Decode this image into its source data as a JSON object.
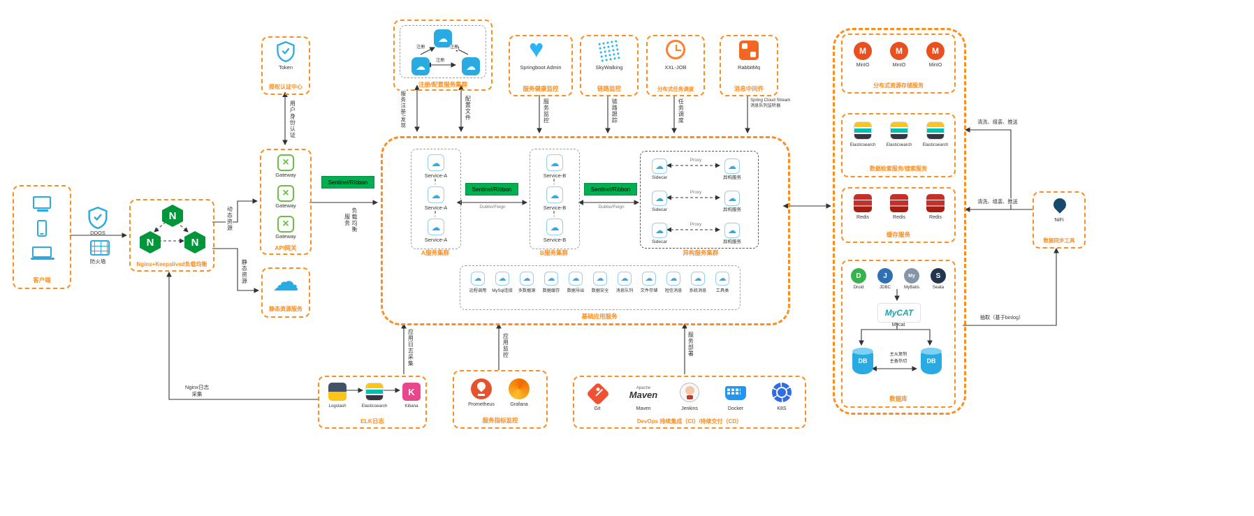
{
  "colors": {
    "accent_orange": "#FF8D1E",
    "sentinel_green": "#00B050",
    "nginx_green": "#009639",
    "icon_blue": "#29ABE2"
  },
  "client": {
    "label": "客户端"
  },
  "security": {
    "ddos": "DDOS",
    "firewall": "防火墙"
  },
  "nginx": {
    "label": "Nginx+Keepalived负载均衡"
  },
  "auth": {
    "token": "Token",
    "label": "授权认证中心"
  },
  "api_gateway": {
    "item": "Gateway",
    "label": "API网关"
  },
  "static_res": {
    "label": "静态资源服务"
  },
  "registry": {
    "label": "注册/配置服务集群",
    "edge": "注册"
  },
  "monitors": [
    {
      "name": "Springboot Admin",
      "label": "服务健康监控",
      "edge": "服务监控"
    },
    {
      "name": "SkyWalking",
      "label": "链路监控",
      "edge": "链路跟踪"
    },
    {
      "name": "XXL-JOB",
      "label": "分布式任务调度",
      "edge": "任务调度"
    },
    {
      "name": "RabbitMq",
      "label": "消息中间件",
      "edge_line1": "Spring Cloud Stream",
      "edge_line2": "消息队列监听器"
    }
  ],
  "cluster": {
    "sentinel": "Sentinel/Ribbon",
    "dubbo": "Dubbo/Feign",
    "group_a": {
      "label": "A服务集群",
      "service": "Service-A"
    },
    "group_b": {
      "label": "B服务集群",
      "service": "Service-B"
    },
    "hetero": {
      "label": "异构服务集群",
      "sidecar": "Sidecar",
      "proxy": "Proxy",
      "service": "异构服务"
    },
    "base": {
      "label": "基础应用服务",
      "items": [
        "远程调用",
        "MySql连接",
        "多数据源",
        "数据缓存",
        "数据导出",
        "数据安全",
        "消息队列",
        "文件存储",
        "短信消息",
        "系统消息",
        "工具类"
      ]
    }
  },
  "edges": {
    "dynamic": "动态资源",
    "static": "静态资源",
    "auth": "用户身份认证",
    "lb": "负载均衡服务",
    "reg": "服务注册/发现",
    "config": "配置文件",
    "log_collect": "应用日志采集",
    "nginx_log": "Nginx日志采集",
    "app_monitor": "应用监控",
    "deploy": "服务部署",
    "etl": "清洗、组装、推送",
    "extract": "抽取（基于binlog）"
  },
  "storage": {
    "minio": {
      "label": "分布式资源存储服务",
      "item": "MinIO"
    },
    "search": {
      "label": "数据检索服务/搜索服务",
      "item": "Elasticsearch"
    },
    "cache": {
      "label": "缓存服务",
      "item": "Redis"
    },
    "db": {
      "label": "数据库",
      "items": [
        "Druid",
        "JDBC",
        "MyBatis",
        "Seata"
      ],
      "mycat_logo": "MyCAT",
      "mycat": "Mycat",
      "cylinder": "DB",
      "replica1": "主从复制",
      "replica2": "主备热切"
    }
  },
  "nifi": {
    "name": "NiFi",
    "label": "数据同步工具"
  },
  "elk": {
    "label": "ELK日志",
    "items": [
      "Logstash",
      "Elasticsearch",
      "Kibana"
    ]
  },
  "metrics": {
    "label": "服务指标监控",
    "items": [
      "Prometheus",
      "Grafana"
    ]
  },
  "devops": {
    "label": "DevOps 持续集成（CI）/持续交付（CD）",
    "items": [
      "Git",
      "Maven",
      "Jenkins",
      "Docker",
      "K8S"
    ],
    "maven_sub": "Apache"
  }
}
